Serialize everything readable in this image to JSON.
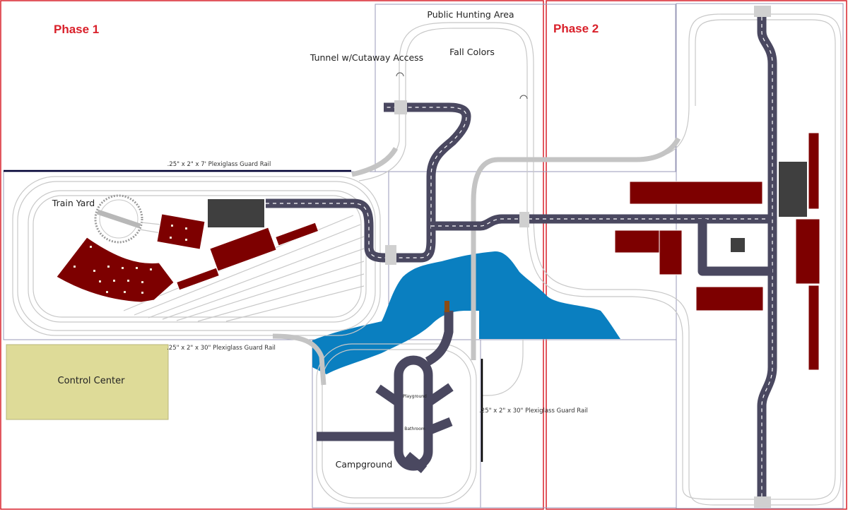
{
  "labels": {
    "phase1": "Phase 1",
    "phase2": "Phase 2",
    "public_hunting_area": "Public Hunting Area",
    "tunnel": "Tunnel w/Cutaway Access",
    "fall_colors": "Fall Colors",
    "train_yard": "Train Yard",
    "control_center": "Control Center",
    "campground": "Campground",
    "playground": "Playground",
    "bathroom": "Bathroom",
    "guard_rail_top": ".25\" x 2\" x 7' Plexiglass Guard Rail",
    "guard_rail_mid": ".25\" x 2\" x 30\" Plexiglass Guard Rail",
    "guard_rail_right": ".25\" x 2\" x 30\" Plexiglass Guard Rail"
  },
  "colors": {
    "phase_border": "#d9202a",
    "phase_text": "#d9202a",
    "building": "#7d0000",
    "warehouse": "#3f3f3f",
    "water": "#0a7fc0",
    "road": "#4a4860",
    "track": "#c8c8c8",
    "control_center": "#dedb98",
    "section_border": "#9a9ab8"
  }
}
